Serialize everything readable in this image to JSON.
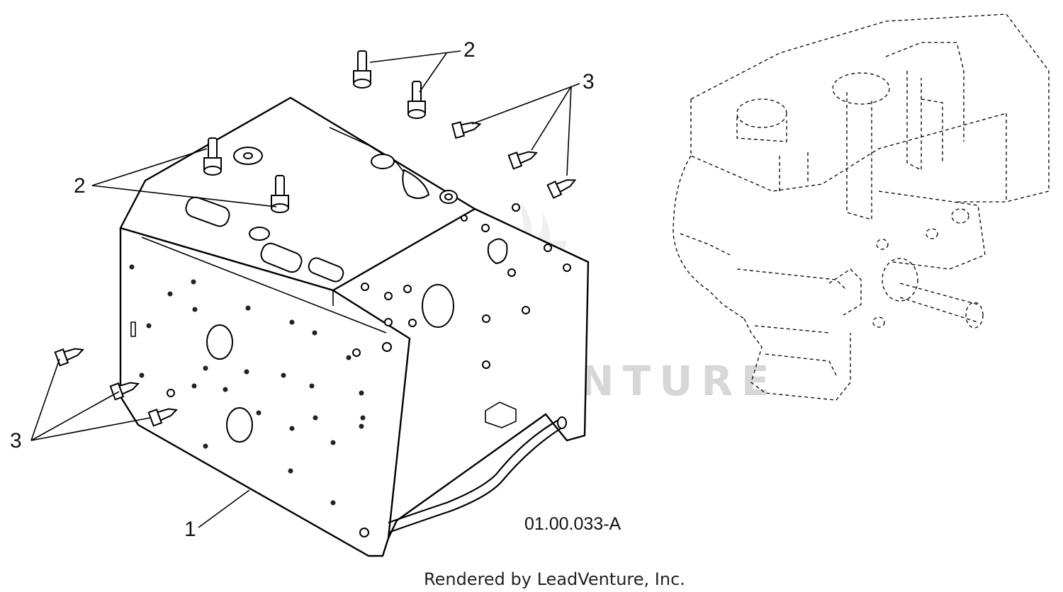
{
  "diagram": {
    "callouts": {
      "part1": "1",
      "part2_top": "2",
      "part2_left": "2",
      "part3_top": "3",
      "part3_left": "3"
    },
    "figure_id": "01.00.033-A",
    "watermark": "LEADVENTURE",
    "footer": "Rendered by LeadVenture, Inc."
  },
  "colors": {
    "line": "#000000",
    "background": "#ffffff",
    "watermark": "#d7d7d7"
  }
}
